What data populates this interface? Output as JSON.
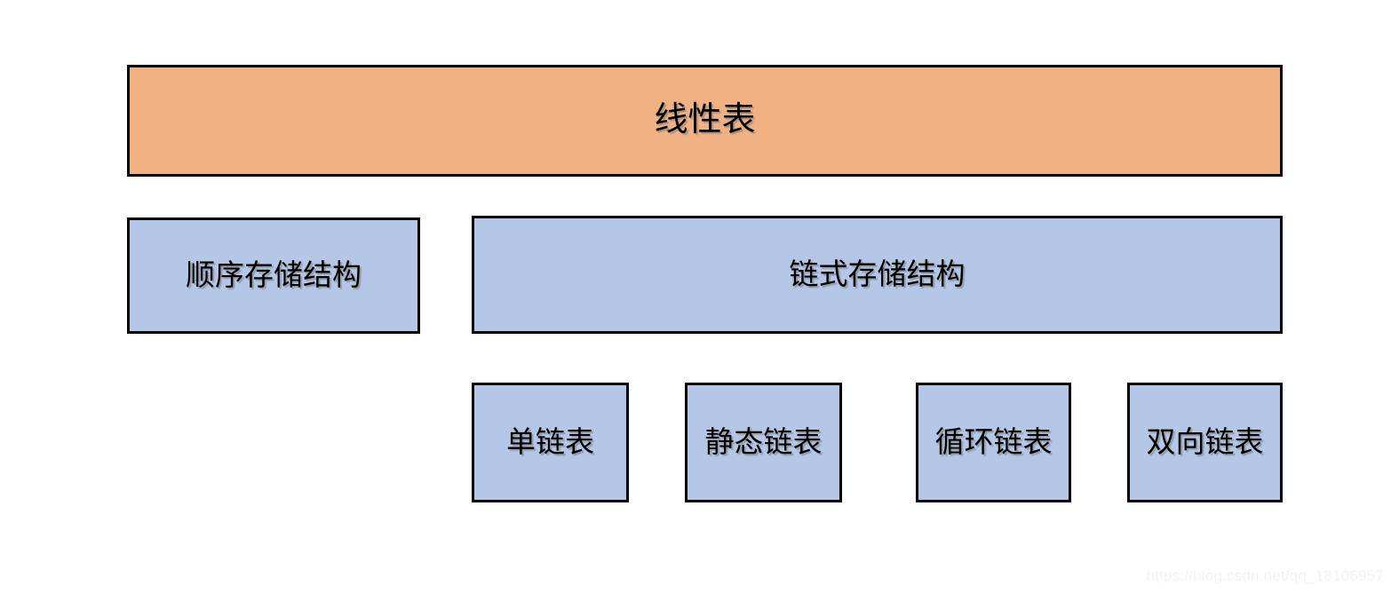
{
  "diagram": {
    "title": "线性表",
    "root": {
      "label": "线性表",
      "fill": "#F0B183"
    },
    "level2": [
      {
        "label": "顺序存储结构",
        "fill": "#B4C7E7"
      },
      {
        "label": "链式存储结构",
        "fill": "#B4C7E7"
      }
    ],
    "level3": [
      {
        "label": "单链表",
        "fill": "#B4C7E7"
      },
      {
        "label": "静态链表",
        "fill": "#B4C7E7"
      },
      {
        "label": "循环链表",
        "fill": "#B4C7E7"
      },
      {
        "label": "双向链表",
        "fill": "#B4C7E7"
      }
    ],
    "colors": {
      "root_fill": "#F0B183",
      "node_fill": "#B4C7E7",
      "border": "#000000",
      "background": "#FFFFFF",
      "watermark": "#F2F2F2"
    }
  },
  "watermark": {
    "text": "https://blog.csdn.net/qq_18106957"
  }
}
